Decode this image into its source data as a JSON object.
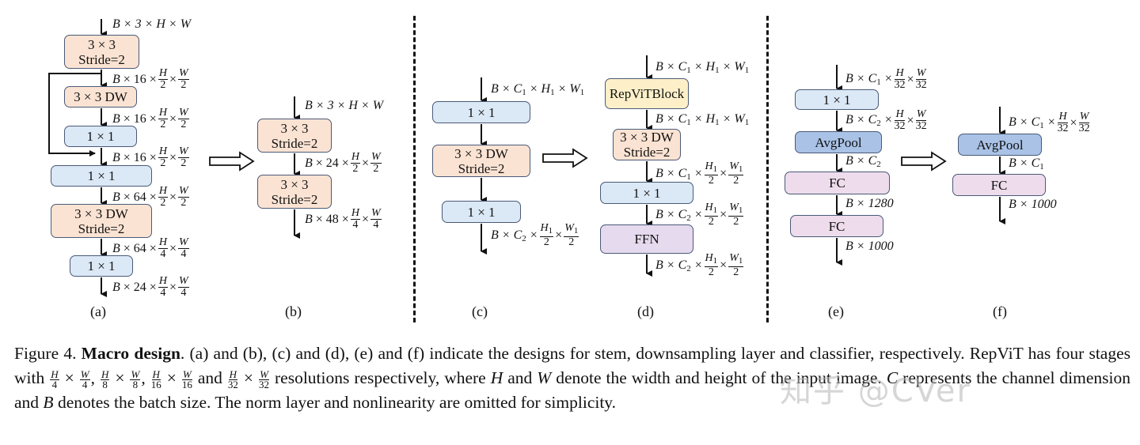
{
  "figure": {
    "panels": {
      "a": {
        "label": "(a)",
        "input": "B × 3 × H × W",
        "blocks": [
          {
            "line1": "3 × 3",
            "line2": "Stride=2",
            "color": "orange"
          },
          {
            "line1": "3 × 3 DW",
            "color": "orange"
          },
          {
            "line1": "1 × 1",
            "color": "blue"
          },
          {
            "line1": "1 × 1",
            "color": "blue"
          },
          {
            "line1": "3 × 3 DW",
            "line2": "Stride=2",
            "color": "orange"
          },
          {
            "line1": "1 × 1",
            "color": "blue"
          }
        ],
        "shapes": [
          {
            "c": "16",
            "h": "2",
            "w": "2"
          },
          {
            "c": "16",
            "h": "2",
            "w": "2"
          },
          {
            "c": "16",
            "h": "2",
            "w": "2"
          },
          {
            "c": "64",
            "h": "2",
            "w": "2"
          },
          {
            "c": "64",
            "h": "4",
            "w": "4"
          },
          {
            "c": "24",
            "h": "4",
            "w": "4"
          }
        ],
        "has_residual": true
      },
      "b": {
        "label": "(b)",
        "input": "B × 3 × H × W",
        "blocks": [
          {
            "line1": "3 × 3",
            "line2": "Stride=2",
            "color": "orange"
          },
          {
            "line1": "3 × 3",
            "line2": "Stride=2",
            "color": "orange"
          }
        ],
        "shapes": [
          {
            "c": "24",
            "h": "2",
            "w": "2"
          },
          {
            "c": "48",
            "h": "4",
            "w": "4"
          }
        ]
      },
      "c": {
        "label": "(c)",
        "blocks": [
          {
            "line1": "1 × 1",
            "color": "blue"
          },
          {
            "line1": "3 × 3 DW",
            "line2": "Stride=2",
            "color": "orange"
          },
          {
            "line1": "1 × 1",
            "color": "blue"
          }
        ]
      },
      "d": {
        "label": "(d)",
        "blocks": [
          {
            "line1": "RepViTBlock",
            "color": "yellow"
          },
          {
            "line1": "3 × 3 DW",
            "line2": "Stride=2",
            "color": "orange"
          },
          {
            "line1": "1 × 1",
            "color": "blue"
          },
          {
            "line1": "FFN",
            "color": "purple"
          }
        ]
      },
      "e": {
        "label": "(e)",
        "blocks": [
          {
            "line1": "1 × 1",
            "color": "blue"
          },
          {
            "line1": "AvgPool",
            "color": "darkblue"
          },
          {
            "line1": "FC",
            "color": "pink"
          },
          {
            "line1": "FC",
            "color": "pink"
          }
        ],
        "shape_c2": "B × C",
        "out1": "B × 1280",
        "out2": "B × 1000"
      },
      "f": {
        "label": "(f)",
        "blocks": [
          {
            "line1": "AvgPool",
            "color": "darkblue"
          },
          {
            "line1": "FC",
            "color": "pink"
          }
        ],
        "shape_c1": "B × C",
        "out": "B × 1000"
      }
    },
    "colors": {
      "orange": "#fbe3d3",
      "blue": "#dbe8f5",
      "yellow": "#fdf0c9",
      "purple": "#e6daee",
      "pink": "#eedcec",
      "darkblue": "#a9c2e6",
      "border": "#4a5a78"
    }
  },
  "caption": {
    "prefix": "Figure 4.",
    "title": "Macro design",
    "text1": ". (a) and (b), (c) and (d), (e) and (f) indicate the designs for stem, downsampling layer and classifier, respectively. RepViT has four stages with",
    "res": [
      {
        "h": "4",
        "w": "4"
      },
      {
        "h": "8",
        "w": "8"
      },
      {
        "h": "16",
        "w": "16"
      },
      {
        "h": "32",
        "w": "32"
      }
    ],
    "and_word": "and",
    "text2": "resolutions respectively, where",
    "text3": "and",
    "text4": "denote the width and height of the input image.",
    "text5": "represents the channel dimension and",
    "text6": "denotes the batch size. The norm layer and nonlinearity are omitted for simplicity.",
    "var_H": "H",
    "var_W": "W",
    "var_C": "C",
    "var_B": "B"
  },
  "watermark": "知乎 @CVer"
}
